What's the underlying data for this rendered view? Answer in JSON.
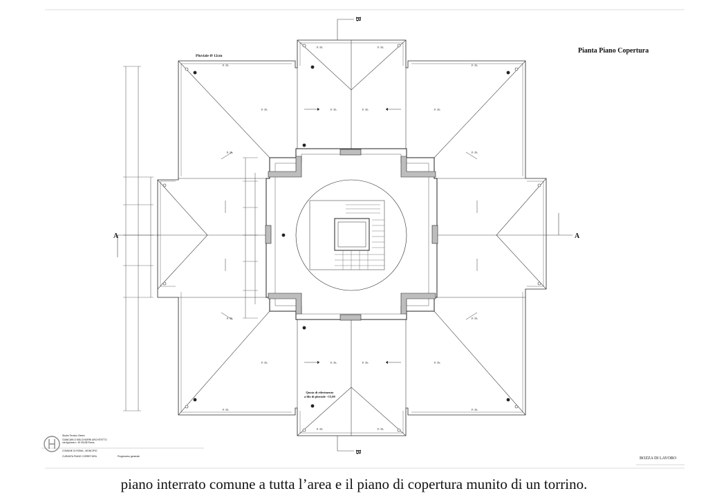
{
  "drawing": {
    "title": "Pianta Piano Copertura",
    "pluviale_note": "Pluviale Ø 12cm",
    "reference_note_line1": "Quota di riferimento",
    "reference_note_line2": "a filo di pluviale +15,00",
    "section_markers": {
      "top": "B",
      "bottom": "B",
      "left": "A",
      "right": "A"
    },
    "status": "BOZZA DI LAVORO",
    "slope_label": "P: 3%"
  },
  "title_block": {
    "studio": "Studio Tecnico Gimec",
    "architect": "GIANCARLO MELCHIORRI ARCHITETTO",
    "address": "via Appiana n. 49 00138 Roma",
    "client": "COMUNE DI ROMA - MONCIPIO",
    "project": "CURANTA PIANO CORRETURA",
    "phase": "Progressivo generale"
  },
  "caption": "piano interrato comune a tutta l’area e il piano di copertura munito di un torrino."
}
